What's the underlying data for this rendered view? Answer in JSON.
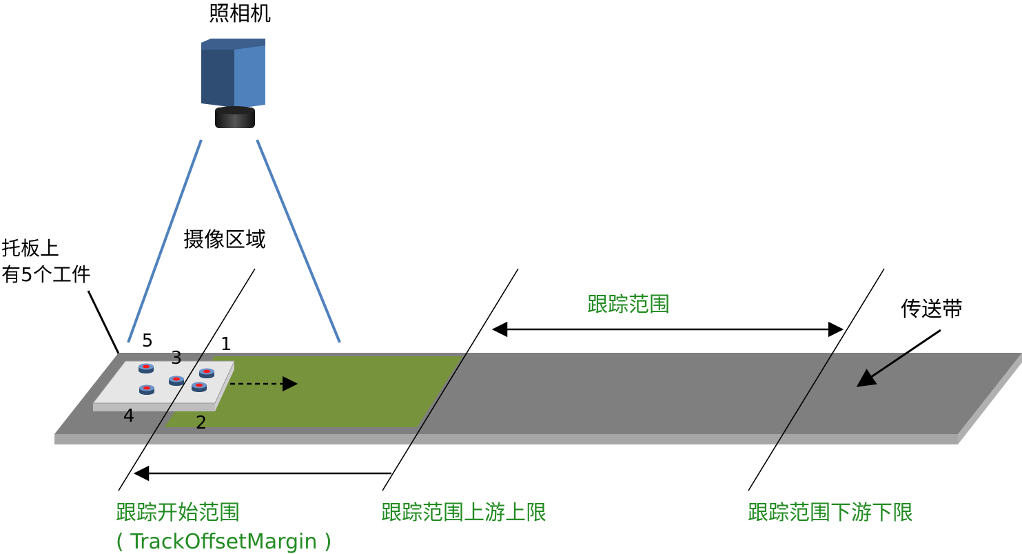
{
  "labels": {
    "camera": "照相机",
    "capture_area": "摄像区域",
    "pallet_note_line1": "托板上",
    "pallet_note_line2": "有5个工件",
    "tracking_range": "跟踪范围",
    "conveyor": "传送带",
    "tracking_start_range": "跟踪开始范围",
    "track_offset_margin": "( TrackOffsetMargin )",
    "upstream_limit": "跟踪范围上游上限",
    "downstream_limit": "跟踪范围下游下限"
  },
  "workpieces": [
    {
      "number": "1"
    },
    {
      "number": "2"
    },
    {
      "number": "3"
    },
    {
      "number": "4"
    },
    {
      "number": "5"
    }
  ],
  "colors": {
    "conveyor_top": "#7f7f7f",
    "conveyor_edge": "#a6a6a6",
    "capture_zone": "#77933c",
    "camera_body": "#2f4d72",
    "camera_face": "#4f81bd",
    "view_lines": "#4f81bd",
    "green_text": "#228b22",
    "pallet": "#e6e6e6",
    "workpiece_body": "#4a6fa5",
    "workpiece_dot": "#ff1a1a"
  },
  "icons": {
    "camera": "camera-icon",
    "workpiece": "workpiece-icon"
  }
}
